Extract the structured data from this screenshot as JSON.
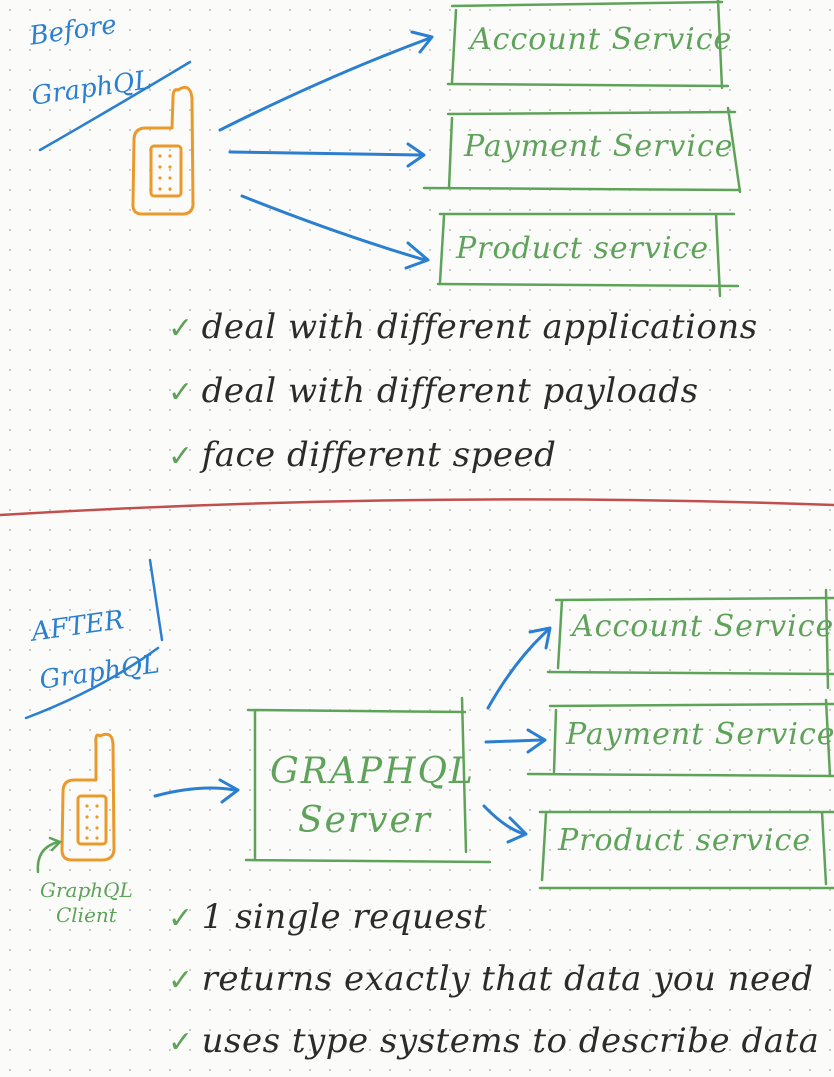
{
  "before": {
    "heading_line1": "Before",
    "heading_line2": "GraphQL",
    "services": [
      "Account Service",
      "Payment Service",
      "Product service"
    ],
    "notes": [
      "deal with different applications",
      "deal with different payloads",
      "face different speed"
    ]
  },
  "after": {
    "heading_line1": "AFTER",
    "heading_line2": "GraphQL",
    "client_label_line1": "GraphQL",
    "client_label_line2": "Client",
    "server_line1": "GRAPHQL",
    "server_line2": "Server",
    "services": [
      "Account Service",
      "Payment Service",
      "Product service"
    ],
    "notes": [
      "1 single request",
      "returns exactly that data you need",
      "uses type systems to describe data"
    ]
  },
  "colors": {
    "blue": "#2a7fd1",
    "green": "#5fa35b",
    "orange": "#ea9a2c",
    "red_divider": "#c0504d",
    "ink": "#2b2b2b"
  },
  "icons": [
    "phone-icon",
    "check-icon",
    "arrow-icon"
  ]
}
